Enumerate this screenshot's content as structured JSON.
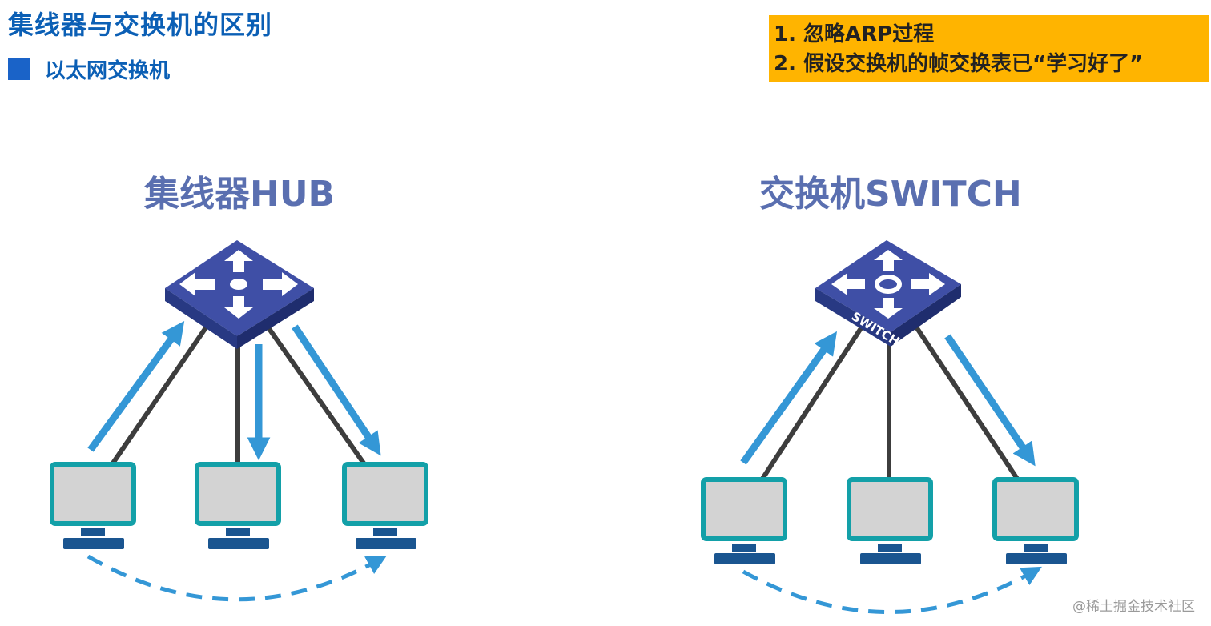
{
  "slide_title": "集线器与交换机的区别",
  "subtitle": "以太网交换机",
  "notes": [
    "1. 忽略ARP过程",
    "2. 假设交换机的帧交换表已“学习好了”"
  ],
  "hub": {
    "title": "集线器HUB",
    "icon": "hub-device-icon"
  },
  "switch": {
    "title": "交换机SWITCH",
    "device_label": "SWITCH",
    "icon": "switch-device-icon"
  },
  "pc_icon": "computer-monitor-icon",
  "watermark": "@稀土掘金技术社区",
  "colors": {
    "title_blue": "#0b5fb5",
    "diagram_title": "#5a6fb0",
    "note_bg": "#ffb400",
    "device_top": "#3f4fa6",
    "arrow_blue": "#3497d6",
    "monitor_frame": "#13a0a8",
    "monitor_screen": "#d3d3d3",
    "stand": "#1a5590",
    "cable": "#3d3d3d"
  }
}
